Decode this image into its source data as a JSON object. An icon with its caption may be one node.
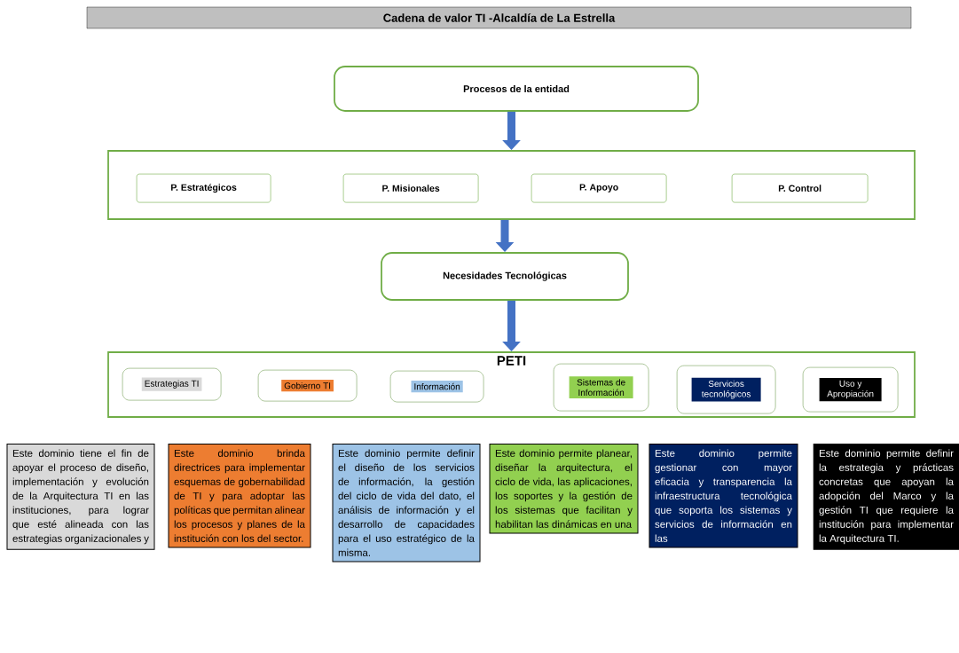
{
  "diagram": {
    "title": "Cadena de valor TI -Alcaldía de La Estrella",
    "nodes": [
      {
        "text": [
          "Procesos de la entidad"
        ]
      },
      {
        "text": [],
        "shape": "box"
      },
      {
        "text": [
          "P. Estratégicos"
        ],
        "in": 1
      },
      {
        "text": [
          "P. Misionales"
        ],
        "in": 1
      },
      {
        "text": [
          "P. Apoyo"
        ],
        "in": 1
      },
      {
        "text": [
          "P. Control"
        ],
        "in": 1
      },
      {
        "text": [
          "Necesidades Tecnológicas"
        ]
      },
      {
        "text": [
          "PETI"
        ]
      },
      {
        "text": [
          "Estrategias TI"
        ],
        "in": 7
      },
      {
        "text": [
          "Gobierno TI"
        ],
        "in": 7
      },
      {
        "text": [
          "Información"
        ],
        "in": 7
      },
      {
        "text": [
          "Sistemas de Información"
        ],
        "in": 7
      },
      {
        "text": [
          "Servicios tecnológicos"
        ],
        "in": 7
      },
      {
        "text": [
          "Uso y Apropiación"
        ],
        "in": 7
      },
      {
        "text": [
          "Este dominio tiene el fin de apoyar el proceso de diseño, implementación y evolución de la Arquitectura TI en las instituciones, para lograr que esté alineada con las estrategias organizacionales y"
        ]
      },
      {
        "text": [
          "Este dominio brinda directrices para implementar esquemas de gobernabilidad de TI y para adoptar las políticas que permitan alinear los procesos y planes de la institución con los del sector."
        ]
      },
      {
        "text": [
          "Este dominio permite definir el diseño de los servicios de información, la gestión del ciclo de vida del dato, el análisis de información y el desarrollo de capacidades para el uso estratégico de la misma."
        ]
      },
      {
        "text": [
          "Este dominio permite planear, diseñar la arquitectura, el ciclo de vida, las aplicaciones, los soportes y la gestión de los sistemas que facilitan y habilitan las dinámicas en una"
        ]
      },
      {
        "text": [
          "Este dominio permite gestionar con mayor eficacia y transparencia la infraestructura tecnológica que soporta los sistemas y servicios de información en las"
        ]
      },
      {
        "text": [
          "Este dominio permite definir la estrategia y prácticas concretas que apoyan la adopción del Marco y la gestión TI que requiere la institución para implementar la Arquitectura TI."
        ]
      }
    ],
    "edges": [
      {
        "from": 0,
        "to": 1,
        "arrow": "to"
      },
      {
        "from": 1,
        "to": 6,
        "arrow": "to"
      },
      {
        "from": 6,
        "to": 7,
        "arrow": "to"
      }
    ]
  }
}
